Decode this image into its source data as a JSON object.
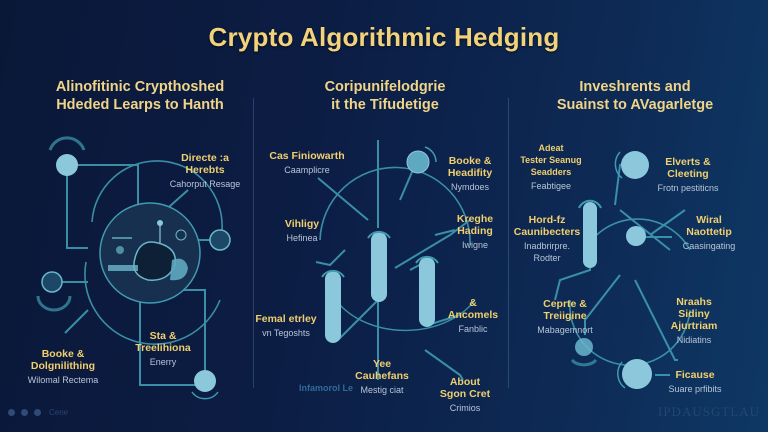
{
  "title": "Crypto Algorithmic Hedging",
  "colors": {
    "background_left": "#0a1838",
    "background_right": "#0f3865",
    "title_gold": "#f2d27a",
    "label_gold": "#f0cf6e",
    "subtext": "#b7c6d8",
    "line_teal": "#3f9bb0",
    "node_fill": "#8cc8dc"
  },
  "panels": [
    {
      "heading_line1": "Alinofitinic Crypthoshed",
      "heading_line2": "Hdeded Learps to Hanth",
      "labels": [
        {
          "head1": "Directe :a",
          "head2": "Herebts",
          "sub": "Cahorput Resage"
        },
        {
          "head1": "Booke &",
          "head2": "Dolgnilithing",
          "sub": "Wilomal Rectema"
        },
        {
          "head1": "Sta &",
          "head2": "Treelihiona",
          "sub": "Enerry"
        }
      ]
    },
    {
      "heading_line1": "Coripunifelodgrie",
      "heading_line2": "it the Tifudetige",
      "labels": [
        {
          "head1": "Cas Finiowarth",
          "head2": "",
          "sub": "Caamplicre"
        },
        {
          "head1": "Booke &",
          "head2": "Headifity",
          "sub": "Nymdoes"
        },
        {
          "head1": "Vihligy",
          "head2": "",
          "sub": "Hefinea"
        },
        {
          "head1": "Kreghe",
          "head2": "Hading",
          "sub": "Iwigne"
        },
        {
          "head1": "Femal etrley",
          "head2": "",
          "sub": "vn Tegoshts"
        },
        {
          "head1": "&",
          "head2": "Ancomels",
          "sub": "Fanblic"
        },
        {
          "head1": "Yee",
          "head2": "Cauhefans",
          "sub": "Mestig ciat"
        },
        {
          "head1": "About",
          "head2": "Sgon Cret",
          "sub": "Crimios"
        }
      ],
      "faint_tag": "Infamorol Le"
    },
    {
      "heading_line1": "Inveshrents and",
      "heading_line2": "Suainst to AVagarletge",
      "labels": [
        {
          "head1": "Adeat",
          "head2": "Tester Seanug Seadders",
          "sub": "Feabtigee"
        },
        {
          "head1": "Elverts &",
          "head2": "Cleeting",
          "sub": "Frotn pestiticns"
        },
        {
          "head1": "Hord-fz",
          "head2": "Caunibecters",
          "sub": "Inadbrirpre. Rodter"
        },
        {
          "head1": "Wiral",
          "head2": "Naottetip",
          "sub": "Caasingating"
        },
        {
          "head1": "Ceprte &",
          "head2": "Treiigine",
          "sub": "Mabagemnort"
        },
        {
          "head1": "Nraahs",
          "head2": "Sidiny Ajurtriam",
          "sub": "Nidiatins"
        },
        {
          "head1": "Ficause",
          "head2": "",
          "sub": "Suare prfibits"
        }
      ]
    }
  ],
  "footer": {
    "dots_text": "Cene",
    "watermark": "IPDAUSGTLAU"
  }
}
